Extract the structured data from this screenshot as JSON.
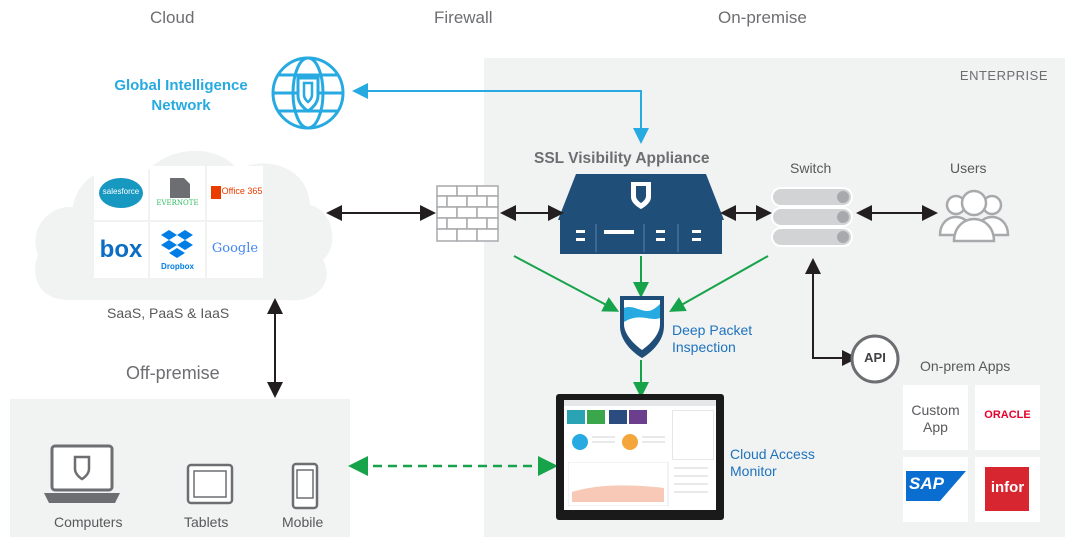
{
  "columns": {
    "cloud": "Cloud",
    "firewall": "Firewall",
    "onpremise": "On-premise"
  },
  "enterprise_label": "ENTERPRISE",
  "global_network": {
    "line1": "Global Intelligence",
    "line2": "Network"
  },
  "ssl_label": "SSL Visibility Appliance",
  "switch_label": "Switch",
  "users_label": "Users",
  "saas_label": "SaaS, PaaS & IaaS",
  "offpremise_label": "Off-premise",
  "dpi": {
    "line1": "Deep Packet",
    "line2": "Inspection"
  },
  "cam": {
    "line1": "Cloud Access",
    "line2": "Monitor"
  },
  "api_label": "API",
  "onprem_apps_label": "On-prem Apps",
  "cloud_apps": {
    "salesforce": "salesforce",
    "evernote": "EVERNOTE",
    "office365": "Office 365",
    "box": "box",
    "dropbox": "Dropbox",
    "google": "Google"
  },
  "onprem_apps": {
    "custom_line1": "Custom",
    "custom_line2": "App",
    "oracle": "ORACLE",
    "sap": "SAP",
    "infor": "infor"
  },
  "devices": {
    "computers": "Computers",
    "tablets": "Tablets",
    "mobile": "Mobile"
  },
  "colors": {
    "blue_arrow": "#27aae1",
    "green_arrow": "#16a34a",
    "navy": "#1f4e79",
    "grey_bg": "#f1f2f2"
  },
  "icons": [
    "globe-shield-icon",
    "firewall-brick-icon",
    "appliance-icon",
    "switch-icon",
    "users-icon",
    "shield-icon",
    "api-icon",
    "laptop-icon",
    "tablet-icon",
    "mobile-icon"
  ]
}
